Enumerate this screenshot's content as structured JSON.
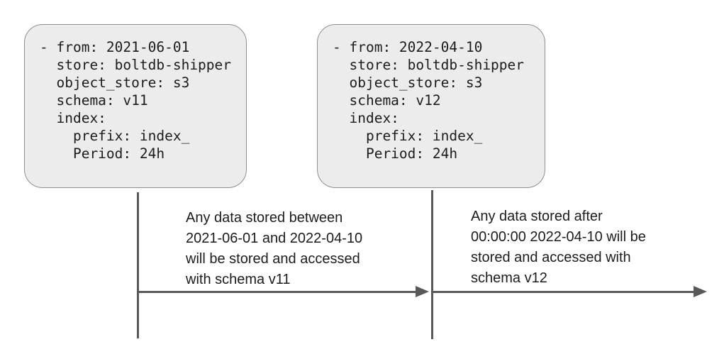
{
  "colors": {
    "canvas_bg": "#ffffff",
    "box_fill": "#ececec",
    "box_border": "#8f8f8f",
    "line": "#595959",
    "code_text": "#1c1c1c",
    "annotation_text": "#1c1c1c"
  },
  "boxes": [
    {
      "id": "schema-v11",
      "code": "- from: 2021-06-01\n  store: boltdb-shipper\n  object_store: s3\n  schema: v11\n  index:\n    prefix: index_\n    Period: 24h"
    },
    {
      "id": "schema-v12",
      "code": "- from: 2022-04-10\n  store: boltdb-shipper\n  object_store: s3\n  schema: v12\n  index:\n    prefix: index_\n    Period: 24h"
    }
  ],
  "annotations": [
    {
      "id": "between-period",
      "text": "Any data stored between\n2021-06-01 and 2022-04-10\nwill be stored and accessed\nwith schema v11"
    },
    {
      "id": "after-period",
      "text": "Any data stored after\n00:00:00 2022-04-10 will be\nstored and accessed with\nschema v12"
    }
  ]
}
